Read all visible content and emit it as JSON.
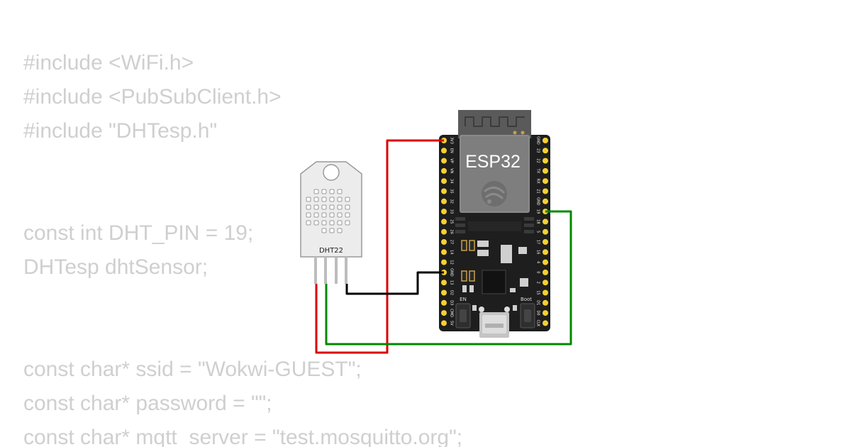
{
  "code": {
    "lines": [
      "#include <WiFi.h>",
      "#include <PubSubClient.h>",
      "#include \"DHTesp.h\"",
      "",
      "",
      "const int DHT_PIN = 19;",
      "DHTesp dhtSensor;",
      "",
      "",
      "const char* ssid = \"Wokwi-GUEST\";",
      "const char* password = \"\";",
      "const char* mqtt_server = \"test.mosquitto.org\";"
    ]
  },
  "dht22": {
    "label": "DHT22"
  },
  "esp32": {
    "title": "ESP32",
    "button_en": "EN",
    "button_boot": "Boot",
    "left_pins": [
      "3V3",
      "EN",
      "VP",
      "VN",
      "34",
      "35",
      "32",
      "33",
      "25",
      "26",
      "27",
      "14",
      "12",
      "GND",
      "13",
      "D2",
      "D3",
      "CMD",
      "5V"
    ],
    "right_pins": [
      "GND",
      "23",
      "22",
      "TX",
      "RX",
      "21",
      "GND",
      "19",
      "18",
      "5",
      "17",
      "16",
      "4",
      "0",
      "2",
      "15",
      "D1",
      "D0",
      "CLK"
    ]
  },
  "wires": {
    "vcc_color": "#dd0000",
    "data_color": "#008800",
    "gnd_color": "#000000"
  }
}
